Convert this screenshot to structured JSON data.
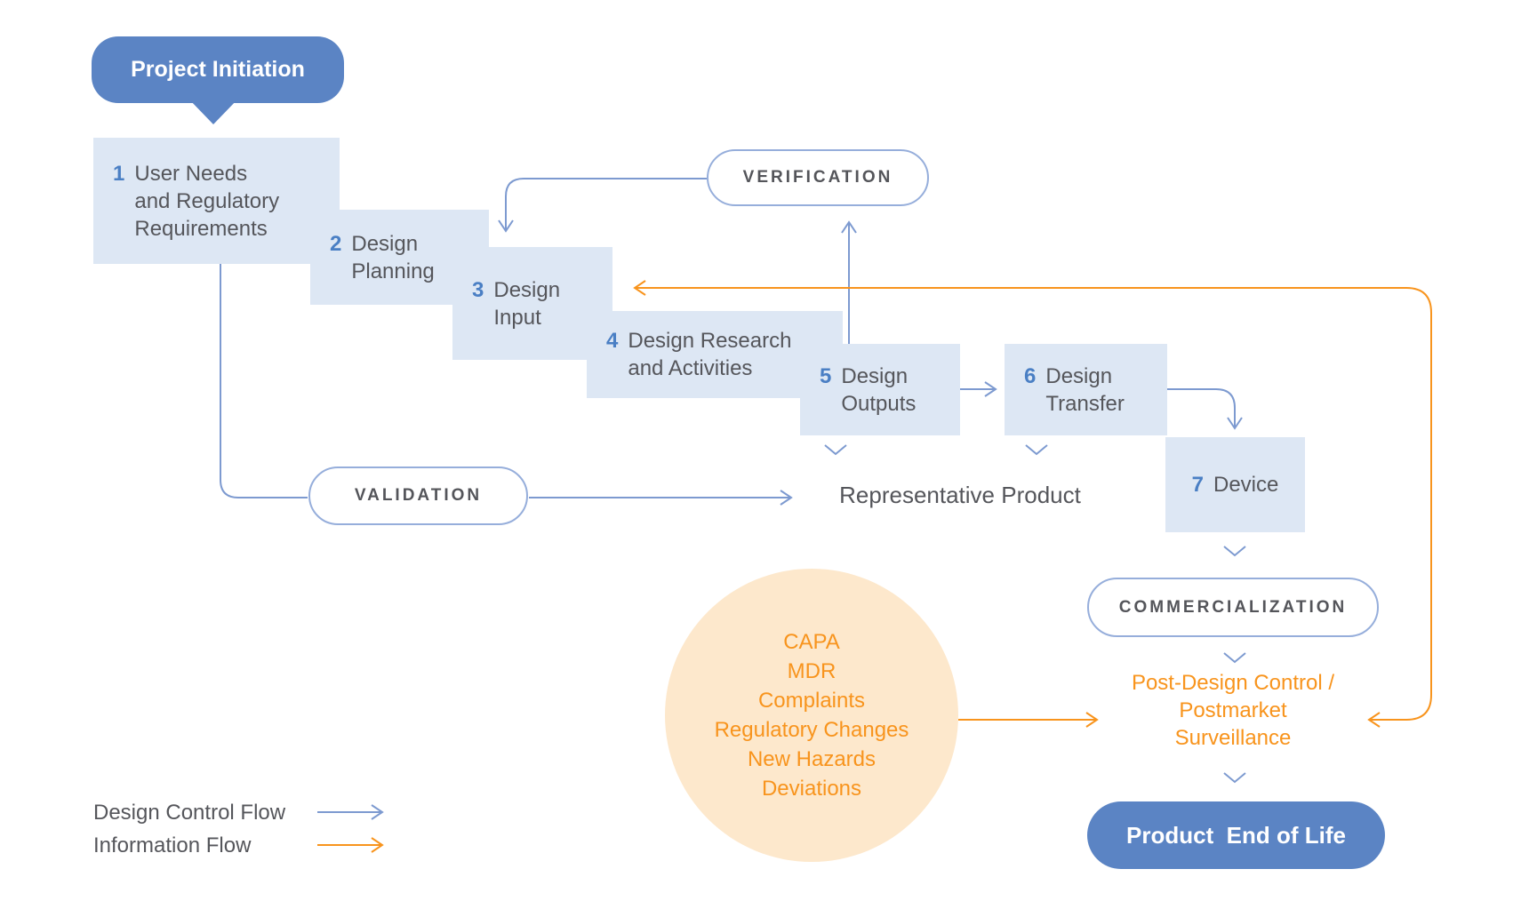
{
  "diagram": {
    "project_initiation": "Project Initiation",
    "steps": [
      {
        "num": "1",
        "lines": [
          "User Needs",
          "and Regulatory",
          "Requirements"
        ]
      },
      {
        "num": "2",
        "lines": [
          "Design",
          "Planning"
        ]
      },
      {
        "num": "3",
        "lines": [
          "Design",
          "Input"
        ]
      },
      {
        "num": "4",
        "lines": [
          "Design Research",
          "and Activities"
        ]
      },
      {
        "num": "5",
        "lines": [
          "Design",
          "Outputs"
        ]
      },
      {
        "num": "6",
        "lines": [
          "Design",
          "Transfer"
        ]
      },
      {
        "num": "7",
        "lines": [
          "Device"
        ]
      }
    ],
    "pills": {
      "verification": "VERIFICATION",
      "validation": "VALIDATION",
      "commercialization": "COMMERCIALIZATION"
    },
    "representative_product": "Representative Product",
    "postmarket_lines": [
      "Post-Design Control /",
      "Postmarket",
      "Surveillance"
    ],
    "product_end_of_life": "Product  End of Life",
    "feedback_circle": [
      "CAPA",
      "MDR",
      "Complaints",
      "Regulatory Changes",
      "New Hazards",
      "Deviations"
    ],
    "legend": [
      {
        "label": "Design Control Flow",
        "color": "#7d9ad0"
      },
      {
        "label": "Information Flow",
        "color": "#f8941d"
      }
    ],
    "colors": {
      "solid_blue": "#5b84c4",
      "light_blue_box": "#dde7f4",
      "step_number_blue": "#4a7fc4",
      "text_dark": "#55565b",
      "flow_blue": "#7d9ad0",
      "flow_orange": "#f8941d",
      "light_orange_circle": "#fde8cc",
      "pill_border_blue": "#96aedb"
    }
  }
}
